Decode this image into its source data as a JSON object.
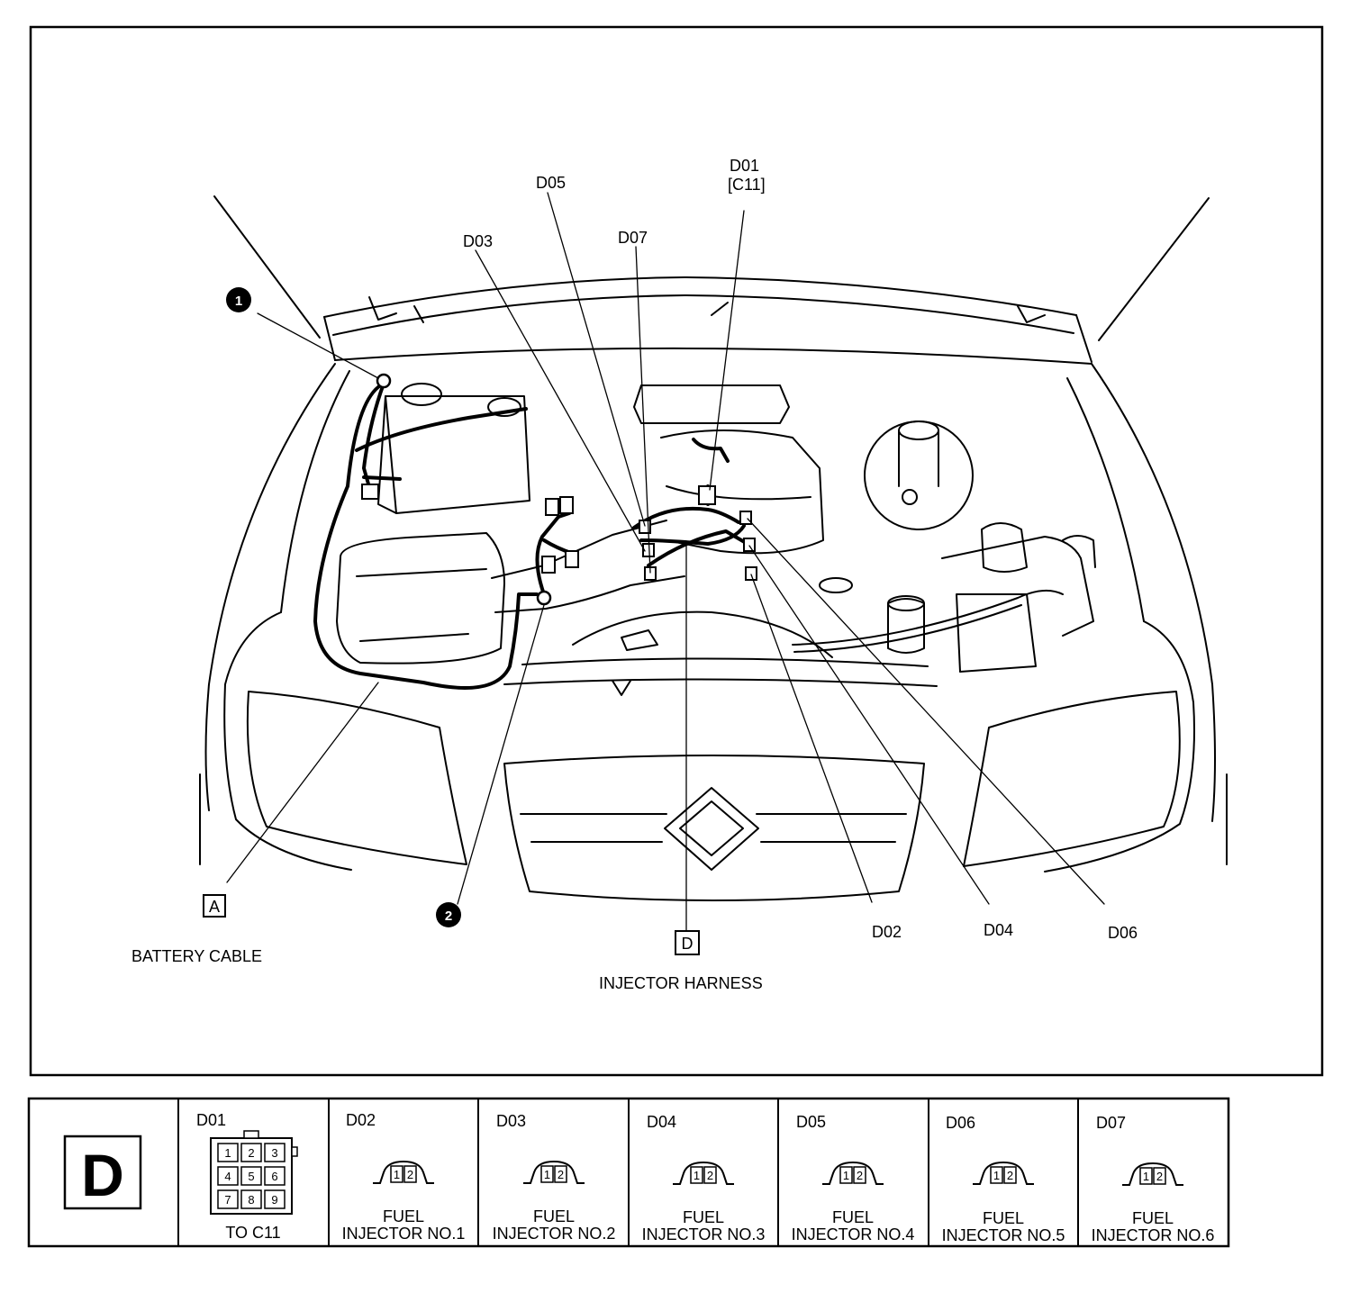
{
  "callouts": {
    "marker_1": "1",
    "marker_2": "2",
    "box_a": "A",
    "box_d": "D",
    "battery_cable": "BATTERY CABLE",
    "injector_harness": "INJECTOR HARNESS",
    "d01": "D01",
    "d01_sub": "[C11]",
    "d02": "D02",
    "d03": "D03",
    "d04": "D04",
    "d05": "D05",
    "d06": "D06",
    "d07": "D07"
  },
  "legend": {
    "group_letter": "D",
    "main_connector": {
      "code": "D01",
      "caption": "TO C11",
      "pins": [
        "1",
        "2",
        "3",
        "4",
        "5",
        "6",
        "7",
        "8",
        "9"
      ]
    },
    "injectors": [
      {
        "code": "D02",
        "line1": "FUEL",
        "line2": "INJECTOR NO.1",
        "pins": [
          "1",
          "2"
        ]
      },
      {
        "code": "D03",
        "line1": "FUEL",
        "line2": "INJECTOR NO.2",
        "pins": [
          "1",
          "2"
        ]
      },
      {
        "code": "D04",
        "line1": "FUEL",
        "line2": "INJECTOR NO.3",
        "pins": [
          "1",
          "2"
        ]
      },
      {
        "code": "D05",
        "line1": "FUEL",
        "line2": "INJECTOR NO.4",
        "pins": [
          "1",
          "2"
        ]
      },
      {
        "code": "D06",
        "line1": "FUEL",
        "line2": "INJECTOR NO.5",
        "pins": [
          "1",
          "2"
        ]
      },
      {
        "code": "D07",
        "line1": "FUEL",
        "line2": "INJECTOR NO.6",
        "pins": [
          "1",
          "2"
        ]
      }
    ]
  }
}
